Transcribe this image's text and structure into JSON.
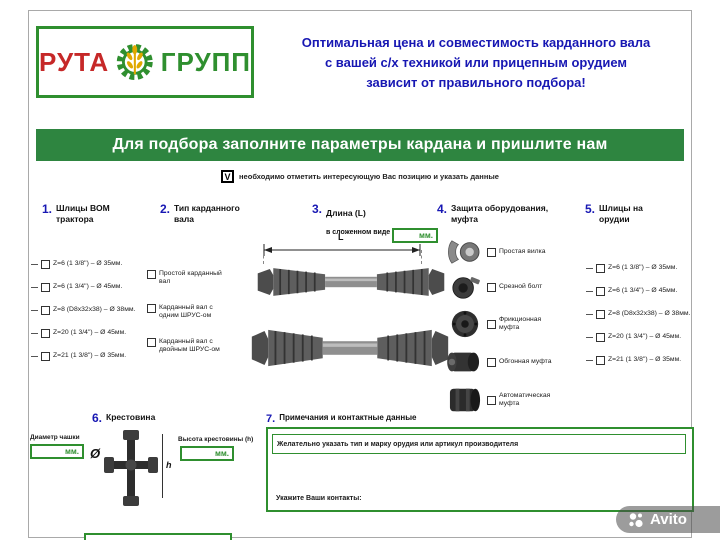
{
  "colors": {
    "brand_green": "#2f8f2f",
    "banner_green": "#2e8540",
    "logo_red": "#c62828",
    "accent_blue": "#1717b3"
  },
  "header": {
    "logo": {
      "word1": "РУТА",
      "word2": "ГРУПП"
    },
    "tagline_lines": [
      "Оптимальная цена и совместимость карданного вала",
      "с вашей с/х техникой или прицепным орудием",
      "зависит от правильного подбора!"
    ]
  },
  "banner": {
    "text": "Для подбора заполните параметры кардана и пришлите нам"
  },
  "note": {
    "glyph": "V",
    "text": "необходимо отметить интересующую Вас позицию и указать данные"
  },
  "units": {
    "mm": "мм."
  },
  "sections": {
    "splines_bom": {
      "num": "1.",
      "title": "Шлицы ВОМ трактора",
      "options": [
        "Z=6 (1 3/8\") – Ø 35мм.",
        "Z=6 (1 3/4\") – Ø 45мм.",
        "Z=8 (D8x32x38) – Ø 38мм.",
        "Z=20 (1 3/4\") – Ø 45мм.",
        "Z=21 (1 3/8\") – Ø 35мм."
      ]
    },
    "type": {
      "num": "2.",
      "title": "Тип карданного вала",
      "options": [
        "Простой карданный вал",
        "Карданный вал с одним ШРУС-ом",
        "Карданный вал с двойным ШРУС-ом"
      ]
    },
    "length": {
      "num": "3.",
      "title": "Длина (L)",
      "subtitle": "в сложенном виде",
      "dim_label": "L"
    },
    "protection": {
      "num": "4.",
      "title": "Защита оборудования, муфта",
      "options": [
        "Простая вилка",
        "Срезной болт",
        "Фрикционная муфта",
        "Обгонная муфта",
        "Автоматическая муфта"
      ]
    },
    "splines_tool": {
      "num": "5.",
      "title": "Шлицы на орудии",
      "options": [
        "Z=6 (1 3/8\") – Ø 35мм.",
        "Z=6 (1 3/4\") – Ø 45мм.",
        "Z=8 (D8x32x38) – Ø 38мм.",
        "Z=20 (1 3/4\") – Ø 45мм.",
        "Z=21 (1 3/8\") – Ø 35мм."
      ]
    },
    "cross": {
      "num": "6.",
      "title": "Крестовина",
      "cup_label": "Диаметр чашки",
      "diameter_symbol": "Ø",
      "height_label": "Высота крестовины (h)",
      "h_symbol": "h"
    },
    "notes": {
      "num": "7.",
      "title": "Примечания и контактные данные",
      "hint": "Желательно указать тип и марку орудия или артикул производителя",
      "contacts_label": "Укажите Ваши контакты:"
    }
  },
  "watermark": {
    "text": "Avito"
  }
}
